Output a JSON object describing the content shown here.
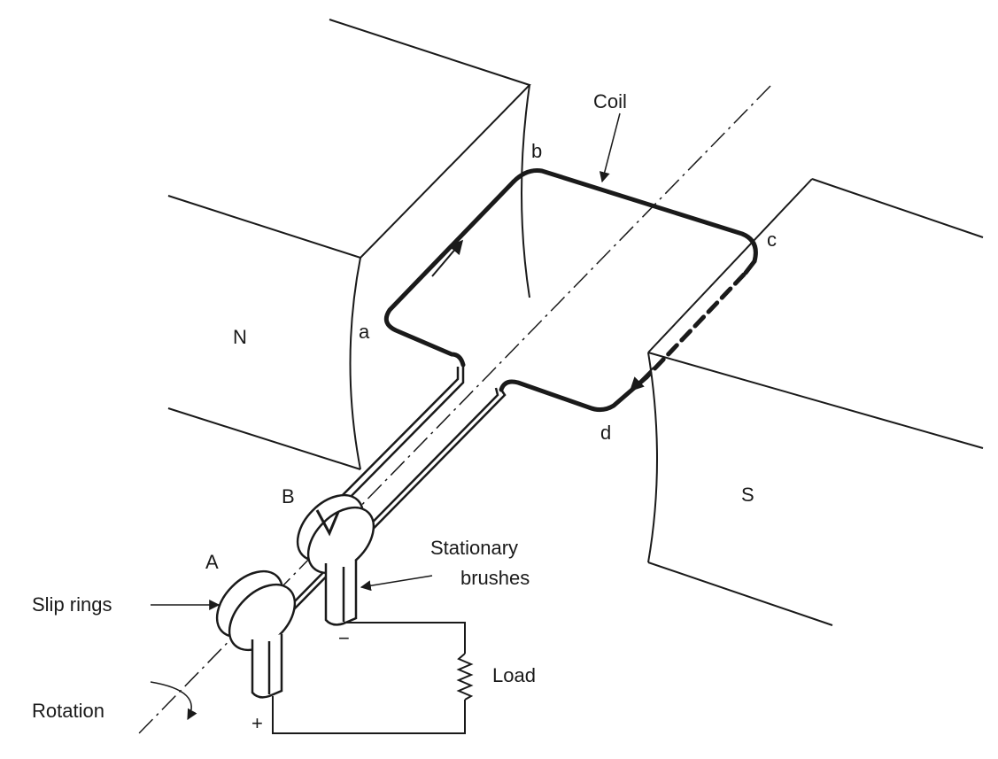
{
  "labels": {
    "coil": "Coil",
    "b": "b",
    "c": "c",
    "a": "a",
    "d": "d",
    "n_pole": "N",
    "s_pole": "S",
    "B_ring": "B",
    "A_ring": "A",
    "stationary_1": "Stationary",
    "stationary_2": "brushes",
    "slip_rings": "Slip rings",
    "load": "Load",
    "rotation": "Rotation",
    "minus": "−",
    "plus": "+"
  },
  "colors": {
    "ink": "#1a1a1a",
    "paper": "#ffffff",
    "shade": "#cfcfcf"
  }
}
